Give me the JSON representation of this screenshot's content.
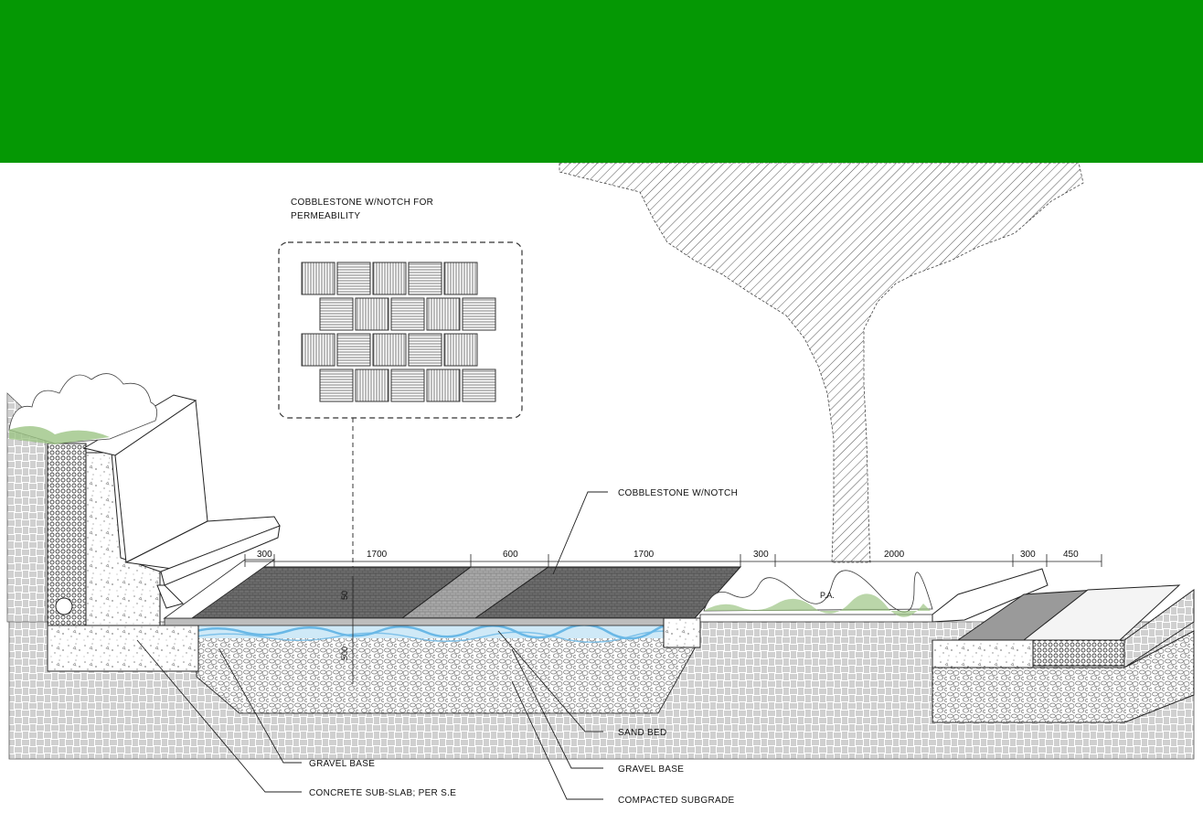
{
  "colors": {
    "banner": "#059804",
    "ink": "#222222",
    "water": "#6ab8e6",
    "grass": "#9cc484"
  },
  "callouts": {
    "detail_title_line1": "COBBLESTONE W/NOTCH FOR",
    "detail_title_line2": "PERMEABILITY",
    "cobblestone": "COBBLESTONE W/NOTCH",
    "sand_bed": "SAND BED",
    "gravel_base_right": "GRAVEL BASE",
    "compacted_subgrade": "COMPACTED SUBGRADE",
    "gravel_base_left": "GRAVEL BASE",
    "concrete_subslab": "CONCRETE SUB-SLAB; PER S.E",
    "planting_area": "P.A."
  },
  "dimensions": {
    "top": [
      "300",
      "1700",
      "600",
      "1700",
      "300",
      "2000",
      "300",
      "450"
    ],
    "paving_thickness": "50",
    "base_thickness": "500"
  }
}
